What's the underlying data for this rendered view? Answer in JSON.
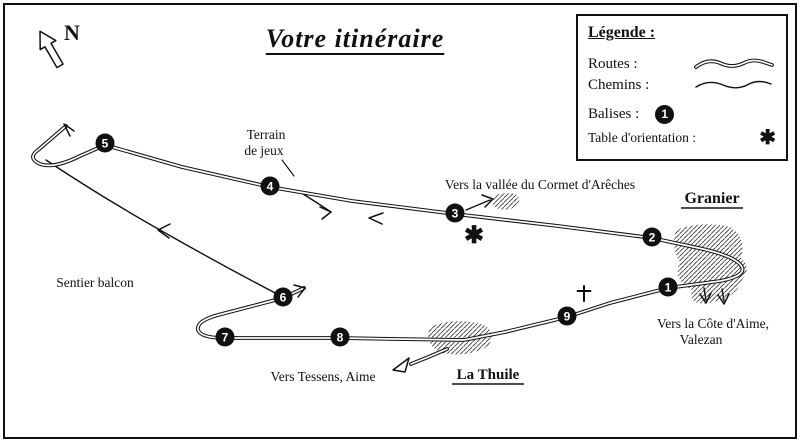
{
  "title": "Votre itinéraire",
  "north_label": "N",
  "legend": {
    "heading": "Légende :",
    "routes_label": "Routes :",
    "chemins_label": "Chemins :",
    "balises_label": "Balises :",
    "balise_sample": "1",
    "table_label": "Table d'orientation :",
    "table_symbol": "✱"
  },
  "map_labels": {
    "terrain_line1": "Terrain",
    "terrain_line2": "de jeux",
    "cormet": "Vers la vallée du Cormet d'Arêches",
    "granier": "Granier",
    "sentier_balcon": "Sentier balcon",
    "cote_aime_line1": "Vers la Côte d'Aime,",
    "cote_aime_line2": "Valezan",
    "tessens": "Vers Tessens, Aime",
    "la_thuile": "La Thuile",
    "orientation_table_symbol": "✱"
  },
  "balises": [
    {
      "label": "1"
    },
    {
      "label": "2"
    },
    {
      "label": "3"
    },
    {
      "label": "4"
    },
    {
      "label": "5"
    },
    {
      "label": "6"
    },
    {
      "label": "7"
    },
    {
      "label": "8"
    },
    {
      "label": "9"
    }
  ],
  "colors": {
    "ink": "#111111",
    "paper": "#ffffff"
  }
}
